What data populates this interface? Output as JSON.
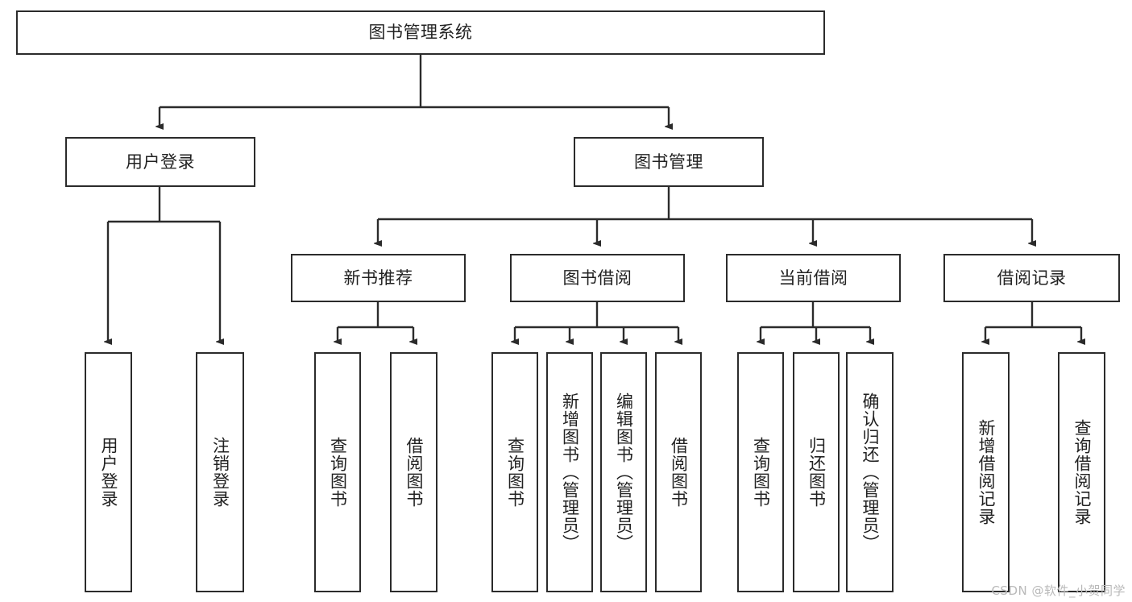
{
  "diagram": {
    "title": "图书管理系统",
    "type": "tree",
    "root": {
      "id": "root",
      "label": "图书管理系统"
    },
    "level2": [
      {
        "id": "user-login",
        "label": "用户登录"
      },
      {
        "id": "book-management",
        "label": "图书管理"
      }
    ],
    "level3": [
      {
        "id": "new-book-recommend",
        "label": "新书推荐",
        "parent": "book-management"
      },
      {
        "id": "book-borrow",
        "label": "图书借阅",
        "parent": "book-management"
      },
      {
        "id": "current-borrow",
        "label": "当前借阅",
        "parent": "book-management"
      },
      {
        "id": "borrow-record",
        "label": "借阅记录",
        "parent": "book-management"
      }
    ],
    "leaves": [
      {
        "id": "leaf-user-login",
        "label": "用户登录",
        "parent": "user-login"
      },
      {
        "id": "leaf-logout-login",
        "label": "注销登录",
        "parent": "user-login"
      },
      {
        "id": "leaf-query-book-1",
        "label": "查询图书",
        "parent": "new-book-recommend"
      },
      {
        "id": "leaf-borrow-book-1",
        "label": "借阅图书",
        "parent": "new-book-recommend"
      },
      {
        "id": "leaf-query-book-2",
        "label": "查询图书",
        "parent": "book-borrow"
      },
      {
        "id": "leaf-add-book",
        "label": "新增图书（管理员）",
        "parent": "book-borrow"
      },
      {
        "id": "leaf-edit-book",
        "label": "编辑图书（管理员）",
        "parent": "book-borrow"
      },
      {
        "id": "leaf-borrow-book-2",
        "label": "借阅图书",
        "parent": "book-borrow"
      },
      {
        "id": "leaf-query-book-3",
        "label": "查询图书",
        "parent": "current-borrow"
      },
      {
        "id": "leaf-return-book",
        "label": "归还图书",
        "parent": "current-borrow"
      },
      {
        "id": "leaf-confirm-return",
        "label": "确认归还（管理员）",
        "parent": "current-borrow"
      },
      {
        "id": "leaf-add-record",
        "label": "新增借阅记录",
        "parent": "borrow-record"
      },
      {
        "id": "leaf-query-record",
        "label": "查询借阅记录",
        "parent": "borrow-record"
      }
    ],
    "watermark": "CSDN @软件_小贺同学",
    "colors": {
      "stroke": "#2b2b2b",
      "fill": "#ffffff",
      "text": "#222222",
      "watermark": "#b9b9b9"
    }
  }
}
